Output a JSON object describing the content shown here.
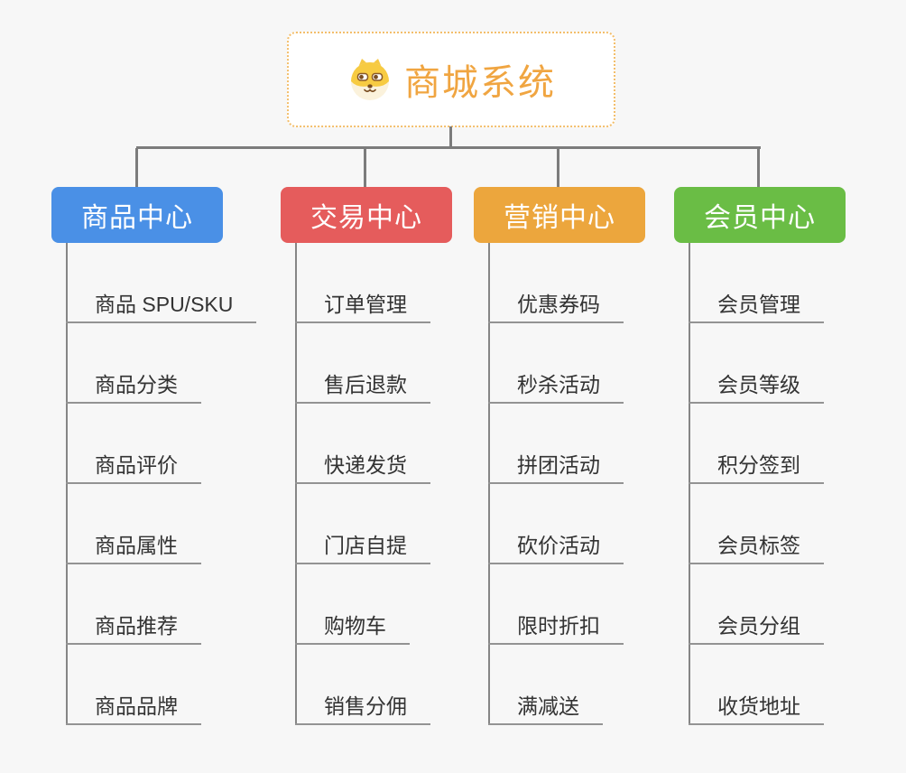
{
  "page": {
    "background": "#F7F7F7",
    "connector_color": "#7C7C7C"
  },
  "root": {
    "title": "商城系统",
    "icon": "shiba-dog-icon",
    "title_color": "#F0A541",
    "border_color": "#F3BE6B"
  },
  "branches": [
    {
      "label": "商品中心",
      "color": "#4A90E6",
      "items": [
        "商品 SPU/SKU",
        "商品分类",
        "商品评价",
        "商品属性",
        "商品推荐",
        "商品品牌"
      ]
    },
    {
      "label": "交易中心",
      "color": "#E55C5C",
      "items": [
        "订单管理",
        "售后退款",
        "快递发货",
        "门店自提",
        "购物车",
        "销售分佣"
      ]
    },
    {
      "label": "营销中心",
      "color": "#ECA63D",
      "items": [
        "优惠券码",
        "秒杀活动",
        "拼团活动",
        "砍价活动",
        "限时折扣",
        "满减送"
      ]
    },
    {
      "label": "会员中心",
      "color": "#6ABD45",
      "items": [
        "会员管理",
        "会员等级",
        "积分签到",
        "会员标签",
        "会员分组",
        "收货地址"
      ]
    }
  ]
}
